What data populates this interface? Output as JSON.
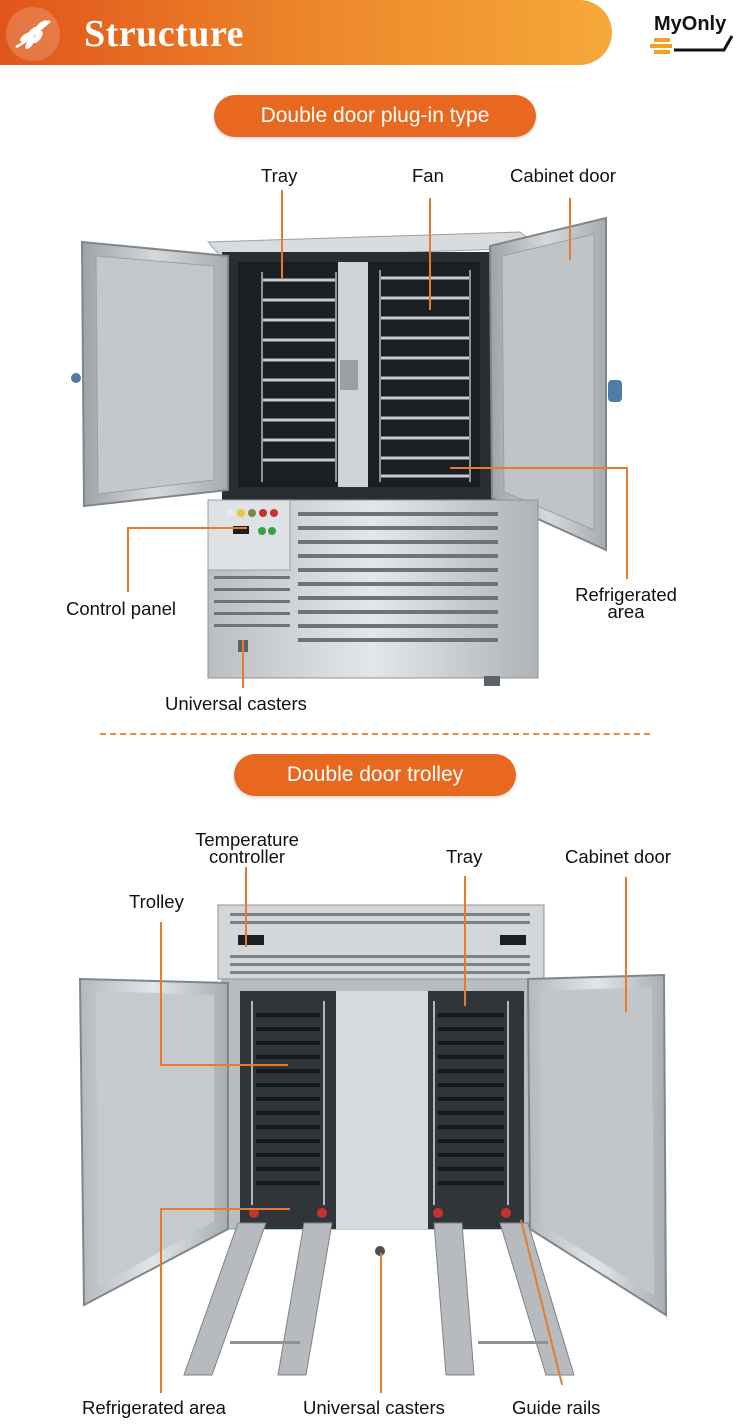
{
  "header": {
    "title": "Structure",
    "logo_text": "MyOnly"
  },
  "section1": {
    "title": "Double door plug-in type",
    "labels": {
      "tray": "Tray",
      "fan": "Fan",
      "cabinet_door": "Cabinet door",
      "control_panel": "Control panel",
      "refrigerated_area_line1": "Refrigerated",
      "refrigerated_area_line2": "area",
      "universal_casters": "Universal casters"
    }
  },
  "section2": {
    "title": "Double door trolley",
    "labels": {
      "temperature_controller_line1": "Temperature",
      "temperature_controller_line2": "controller",
      "tray": "Tray",
      "cabinet_door": "Cabinet door",
      "trolley": "Trolley",
      "refrigerated_area": "Refrigerated area",
      "universal_casters": "Universal casters",
      "guide_rails": "Guide rails"
    }
  },
  "colors": {
    "accent": "#e8681f",
    "header_start": "#e0561a",
    "header_end": "#f6a83a",
    "steel": "#c8ccd0",
    "dark": "#1e2226"
  }
}
